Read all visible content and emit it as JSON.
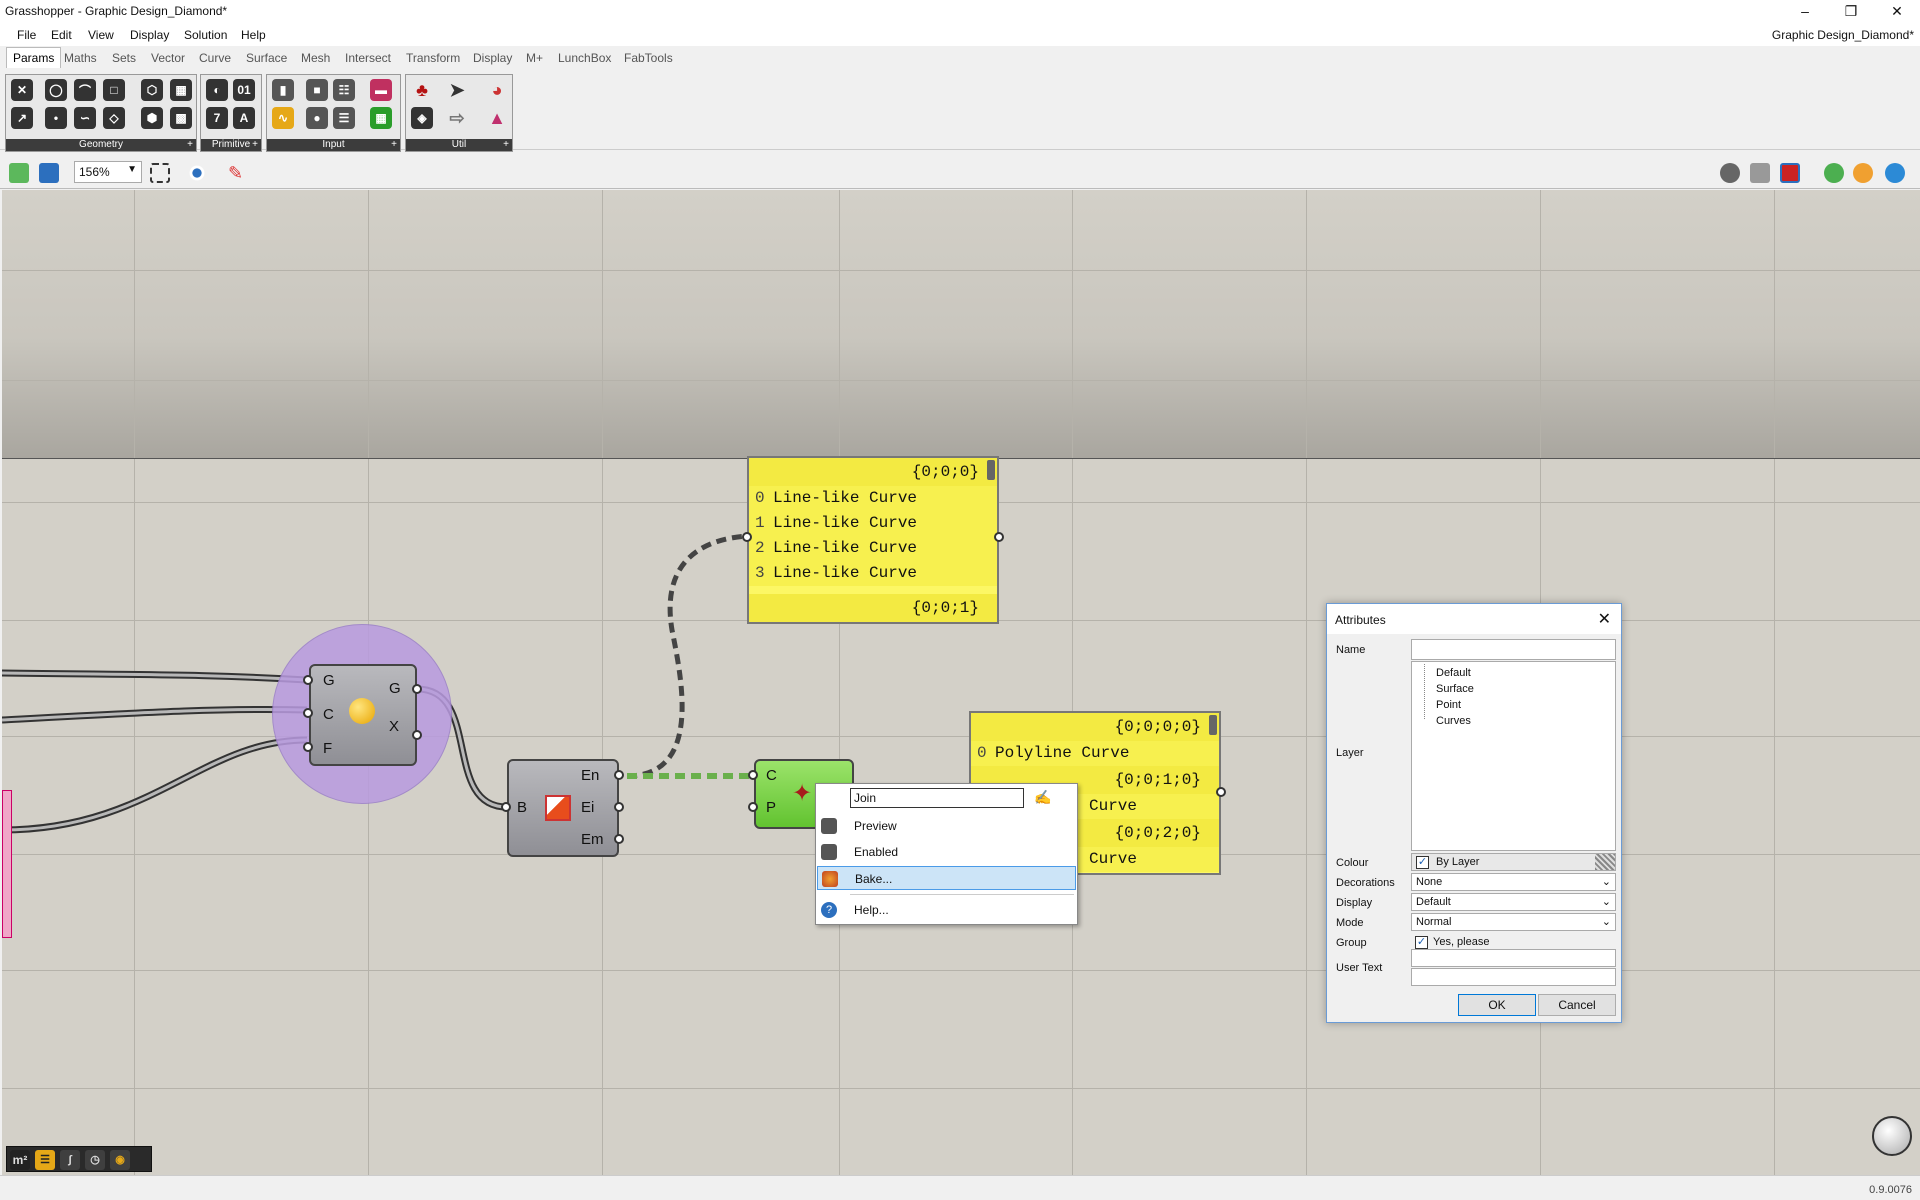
{
  "window": {
    "title": "Grasshopper - Graphic Design_Diamond*",
    "doc_name": "Graphic Design_Diamond*"
  },
  "menu": [
    "File",
    "Edit",
    "View",
    "Display",
    "Solution",
    "Help"
  ],
  "tabs": [
    "Params",
    "Maths",
    "Sets",
    "Vector",
    "Curve",
    "Surface",
    "Mesh",
    "Intersect",
    "Transform",
    "Display",
    "M+",
    "LunchBox",
    "FabTools"
  ],
  "ribbon_panels": {
    "geometry": "Geometry",
    "primitive": "Primitive",
    "input": "Input",
    "util": "Util"
  },
  "toolbar": {
    "zoom": "156%"
  },
  "nodes": {
    "group_node": {
      "inputs": [
        "G",
        "C",
        "F"
      ],
      "outputs": [
        "G",
        "X"
      ]
    },
    "explode_node": {
      "inputs": [
        "B"
      ],
      "outputs": [
        "En",
        "Ei",
        "Em"
      ]
    },
    "join_node": {
      "inputs": [
        "C",
        "P"
      ]
    }
  },
  "panel1": {
    "path_top": "{0;0;0}",
    "rows": [
      {
        "i": "0",
        "text": "Line-like Curve"
      },
      {
        "i": "1",
        "text": "Line-like Curve"
      },
      {
        "i": "2",
        "text": "Line-like Curve"
      },
      {
        "i": "3",
        "text": "Line-like Curve"
      }
    ],
    "path_bottom": "{0;0;1}"
  },
  "panel2": {
    "path_a": "{0;0;0;0}",
    "row0_i": "0",
    "row0_text": "Polyline Curve",
    "path_b": "{0;0;1;0}",
    "row1_text": "Curve",
    "path_c": "{0;0;2;0}",
    "row2_text": "Curve"
  },
  "context_menu": {
    "name_value": "Join",
    "items": [
      "Preview",
      "Enabled",
      "Bake...",
      "Help..."
    ]
  },
  "attributes": {
    "title": "Attributes",
    "name_label": "Name",
    "layer_label": "Layer",
    "layers": [
      "Default",
      "Surface",
      "Point",
      "Curves"
    ],
    "colour_label": "Colour",
    "colour_value": "By Layer",
    "decorations_label": "Decorations",
    "decorations_value": "None",
    "display_label": "Display",
    "display_value": "Default",
    "mode_label": "Mode",
    "mode_value": "Normal",
    "group_label": "Group",
    "group_value": "Yes, please",
    "usertext_label": "User Text",
    "ok": "OK",
    "cancel": "Cancel"
  },
  "bottom_tools": [
    "m²"
  ],
  "status": {
    "version": "0.9.0076"
  },
  "colors": {
    "canvas": "#d3d0c8",
    "panel_yellow": "#fcf765",
    "join_green": "#7ed957",
    "group_purple": "#b99be0"
  }
}
